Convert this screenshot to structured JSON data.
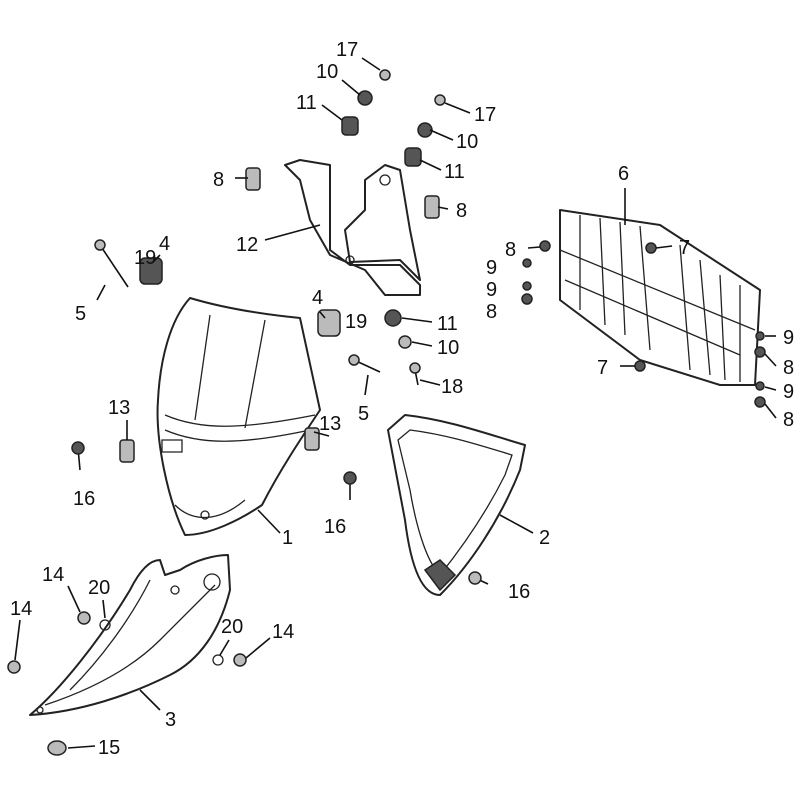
{
  "title": "Front cowling / headlight bracket exploded parts diagram",
  "labels": [
    "17",
    "10",
    "11",
    "17",
    "10",
    "11",
    "8",
    "8",
    "6",
    "12",
    "8",
    "7",
    "9",
    "9",
    "8",
    "19",
    "4",
    "5",
    "4",
    "19",
    "11",
    "10",
    "18",
    "5",
    "9",
    "8",
    "7",
    "9",
    "8",
    "13",
    "13",
    "16",
    "16",
    "1",
    "2",
    "16",
    "14",
    "20",
    "14",
    "20",
    "14",
    "3",
    "15"
  ]
}
